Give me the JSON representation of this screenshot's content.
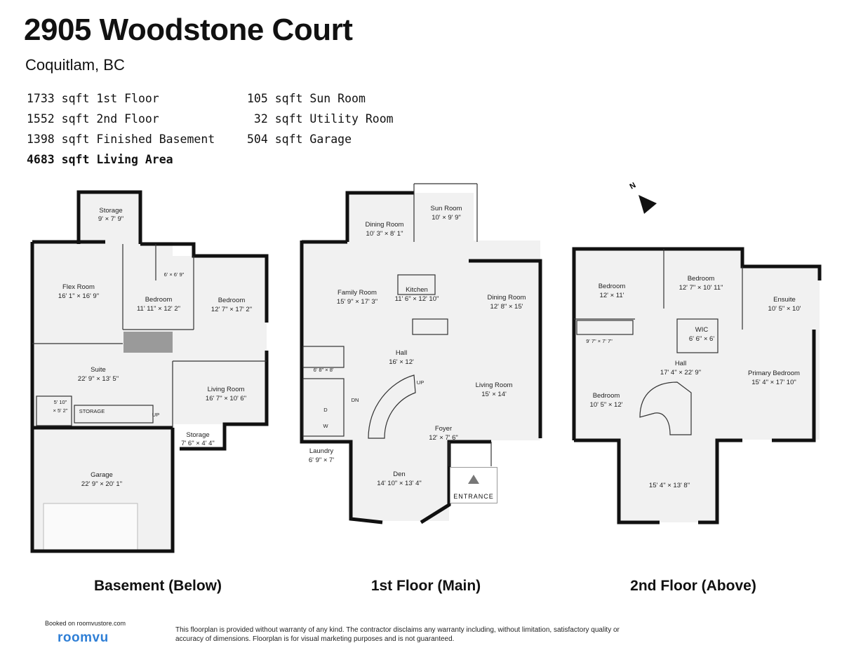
{
  "header": {
    "title": "2905 Woodstone Court",
    "subtitle": "Coquitlam, BC"
  },
  "stats": {
    "left": [
      {
        "value": "1733 sqft 1st Floor"
      },
      {
        "value": "1552 sqft 2nd Floor"
      },
      {
        "value": "1398 sqft Finished Basement"
      },
      {
        "value": "4683 sqft Living Area"
      }
    ],
    "right": [
      {
        "value": "105 sqft Sun Room"
      },
      {
        "value": " 32 sqft Utility Room"
      },
      {
        "value": "504 sqft Garage"
      }
    ]
  },
  "basement": {
    "label": "Basement (Below)",
    "rooms": {
      "storage_top": {
        "name": "Storage",
        "dim": "9' × 7' 9\""
      },
      "flex": {
        "name": "Flex Room",
        "dim": "16' 1\" × 16' 9\""
      },
      "bath": {
        "dim": "6' × 6' 9\""
      },
      "bedroom1": {
        "name": "Bedroom",
        "dim": "11' 11\" × 12' 2\""
      },
      "bedroom2": {
        "name": "Bedroom",
        "dim": "12' 7\" × 17' 2\""
      },
      "suite": {
        "name": "Suite",
        "dim": "22' 9\" × 13' 5\""
      },
      "living": {
        "name": "Living Room",
        "dim": "16' 7\" × 10' 6\""
      },
      "small_bath": {
        "dim1": "5' 10\"",
        "dim2": "× 5' 2\""
      },
      "storage_label": "STORAGE",
      "up": "UP",
      "storage_small": {
        "name": "Storage",
        "dim": "7' 6\" × 4' 4\""
      },
      "garage": {
        "name": "Garage",
        "dim": "22' 9\" × 20' 1\""
      }
    }
  },
  "main": {
    "label": "1st Floor (Main)",
    "rooms": {
      "sun": {
        "name": "Sun Room",
        "dim": "10' × 9' 9\""
      },
      "dining_top": {
        "name": "Dining Room",
        "dim": "10' 3\" × 8' 1\""
      },
      "family": {
        "name": "Family Room",
        "dim": "15' 9\" × 17' 3\""
      },
      "kitchen": {
        "name": "Kitchen",
        "dim": "11' 6\" × 12' 10\""
      },
      "dining_right": {
        "name": "Dining Room",
        "dim": "12' 8\" × 15'"
      },
      "hall": {
        "name": "Hall",
        "dim": "16' × 12'"
      },
      "bath": {
        "dim": "6' 8\" × 8'"
      },
      "living": {
        "name": "Living Room",
        "dim": "15' × 14'"
      },
      "dn": "DN",
      "up": "UP",
      "foyer": {
        "name": "Foyer",
        "dim": "12' × 7' 6\""
      },
      "laundry": {
        "name": "Laundry",
        "dim": "6' 9\" × 7'"
      },
      "den": {
        "name": "Den",
        "dim": "14' 10\" × 13' 4\""
      },
      "d": "D",
      "w": "W",
      "entrance": "ENTRANCE"
    }
  },
  "upper": {
    "label": "2nd Floor (Above)",
    "compass": "N",
    "rooms": {
      "bed1": {
        "name": "Bedroom",
        "dim": "12' × 11'"
      },
      "bed2": {
        "name": "Bedroom",
        "dim": "12' 7\" × 10' 11\""
      },
      "ensuite": {
        "name": "Ensuite",
        "dim": "10' 5\" × 10'"
      },
      "wic": {
        "name": "WIC",
        "dim": "6' 6\" × 6'"
      },
      "bath": {
        "dim": "9' 7\" × 7' 7\""
      },
      "hall": {
        "name": "Hall",
        "dim": "17' 4\" × 22' 9\""
      },
      "primary": {
        "name": "Primary Bedroom",
        "dim": "15' 4\" × 17' 10\""
      },
      "bed3": {
        "name": "Bedroom",
        "dim": "10' 5\" × 12'"
      },
      "open": {
        "dim": "15' 4\" × 13' 8\""
      }
    }
  },
  "footer": {
    "booked": "Booked on roomvustore.com",
    "logo": "roomvu",
    "disclaimer": "This floorplan is provided without warranty of any kind. The contractor disclaims any warranty including, without limitation, satisfactory quality or accuracy of dimensions. Floorplan is for visual marketing purposes and is not guaranteed."
  }
}
